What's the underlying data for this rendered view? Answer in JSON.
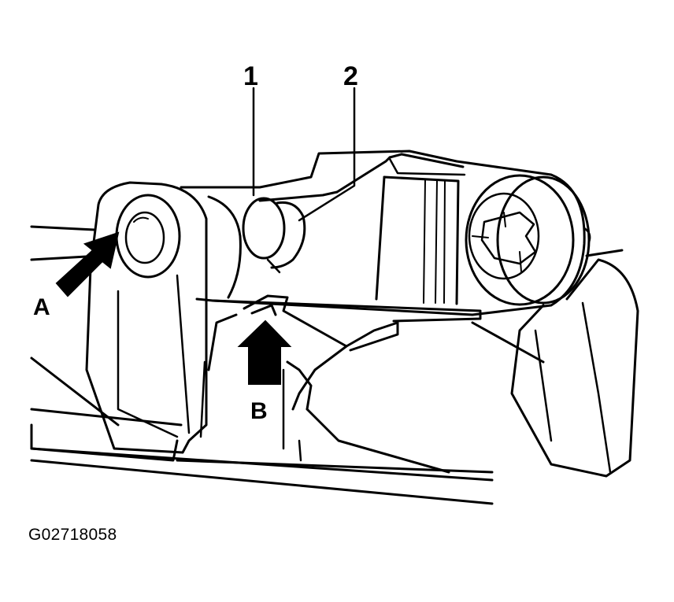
{
  "diagram": {
    "callouts": {
      "one": "1",
      "two": "2",
      "a": "A",
      "b": "B"
    },
    "figure_id": "G02718058"
  },
  "colors": {
    "ink": "#000000",
    "paper": "#ffffff"
  }
}
